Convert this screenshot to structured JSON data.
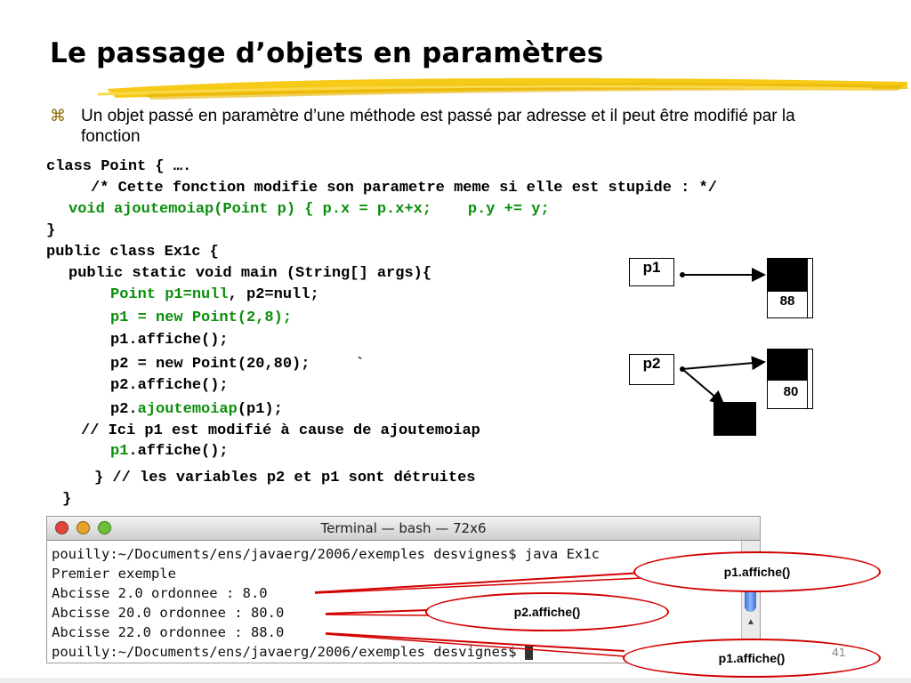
{
  "slide": {
    "title": "Le passage d’objets en paramètres",
    "bullet_icon": "command-key-icon",
    "bullet_glyph": "⌘",
    "bullet_text": "Un objet passé en paramètre d’une méthode est passé par adresse et il peut être modifié par la fonction",
    "page_number": "41"
  },
  "code": {
    "line1": "class Point { ….",
    "line2": "/* Cette fonction modifie son parametre meme si elle est stupide : */",
    "line3": "void ajoutemoiap(Point p) { p.x = p.x+x;    p.y += y;",
    "line4": "}",
    "line5": "public class Ex1c {",
    "line6": "public static void main (String[] args){",
    "line7_green": "Point p1=null",
    "line7_rest": ", p2=null;",
    "line8": "p1 = new Point(2,8);",
    "line9": "p1.affiche();",
    "line10": "p2 = new Point(20,80);     `",
    "line11": "p2.affiche();",
    "line12_pre": "p2.",
    "line12_green": "ajoutemoiap",
    "line12_post": "(p1);",
    "line13": "// Ici p1 est modifié à cause de ajoutemoiap",
    "line14_green": "p1",
    "line14_rest": ".affiche();",
    "line15": "} // les variables p2 et p1 sont détruites",
    "line16": "}"
  },
  "diagram": {
    "p1_label": "p1",
    "p2_label": "p2",
    "p1_value": "88",
    "p2_value": "80"
  },
  "terminal": {
    "title": "Terminal — bash — 72x6",
    "lines": [
      "pouilly:~/Documents/ens/javaerg/2006/exemples desvignes$ java Ex1c",
      "Premier exemple",
      "Abcisse 2.0 ordonnee : 8.0",
      "Abcisse 20.0 ordonnee : 80.0",
      "Abcisse 22.0 ordonnee : 88.0",
      "pouilly:~/Documents/ens/javaerg/2006/exemples desvignes$ "
    ]
  },
  "callouts": {
    "c1": "p1.affiche()",
    "c2": "p2.affiche()",
    "c3": "p1.affiche()"
  },
  "colors": {
    "code_green": "#0b8f0b",
    "callout_red": "#d20000",
    "title_underline": "#f2c300"
  }
}
